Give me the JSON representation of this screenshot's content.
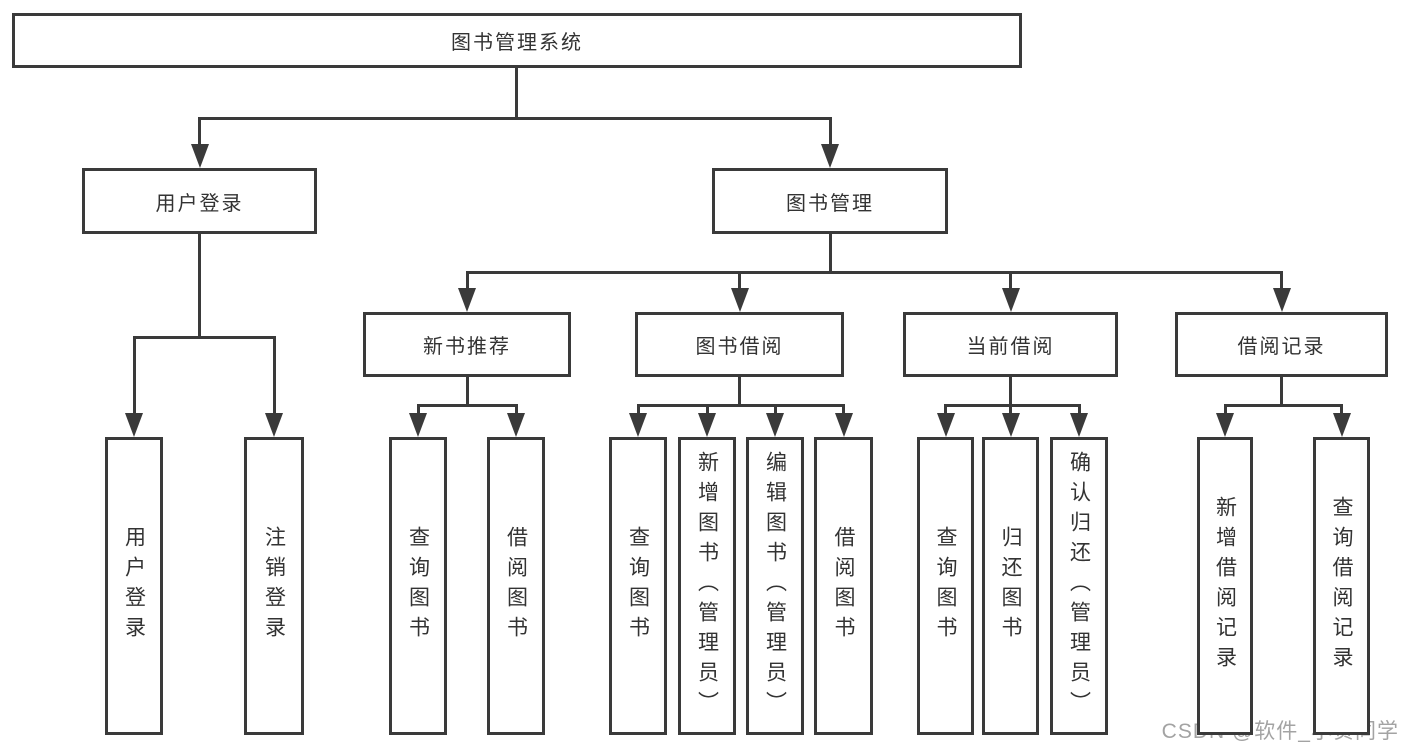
{
  "diagram": {
    "root": {
      "id": "library-management-system",
      "label": "图书管理系统",
      "children": [
        {
          "id": "user-login-module",
          "label": "用户登录",
          "children": [
            {
              "id": "user-login-action",
              "label": "用户登录"
            },
            {
              "id": "logout-action",
              "label": "注销登录"
            }
          ]
        },
        {
          "id": "book-management-module",
          "label": "图书管理",
          "children": [
            {
              "id": "new-book-recommendation",
              "label": "新书推荐",
              "children": [
                {
                  "id": "query-books-recommend",
                  "label": "查询图书"
                },
                {
                  "id": "borrow-books-recommend",
                  "label": "借阅图书"
                }
              ]
            },
            {
              "id": "book-borrowing",
              "label": "图书借阅",
              "children": [
                {
                  "id": "query-books-borrowing",
                  "label": "查询图书"
                },
                {
                  "id": "add-books-admin",
                  "label": "新增图书（管理员）"
                },
                {
                  "id": "edit-books-admin",
                  "label": "编辑图书（管理员）"
                },
                {
                  "id": "borrow-books-borrowing",
                  "label": "借阅图书"
                }
              ]
            },
            {
              "id": "current-borrowing",
              "label": "当前借阅",
              "children": [
                {
                  "id": "query-books-current",
                  "label": "查询图书"
                },
                {
                  "id": "return-books",
                  "label": "归还图书"
                },
                {
                  "id": "confirm-return-admin",
                  "label": "确认归还（管理员）"
                }
              ]
            },
            {
              "id": "borrowing-records",
              "label": "借阅记录",
              "children": [
                {
                  "id": "add-borrowing-record",
                  "label": "新增借阅记录"
                },
                {
                  "id": "query-borrowing-record",
                  "label": "查询借阅记录"
                }
              ]
            }
          ]
        }
      ]
    }
  },
  "watermark": "CSDN @软件_小贺同学",
  "colors": {
    "line": "#3a3a3a",
    "text": "#333333",
    "watermark": "#a3a3a3",
    "background": "#ffffff"
  }
}
